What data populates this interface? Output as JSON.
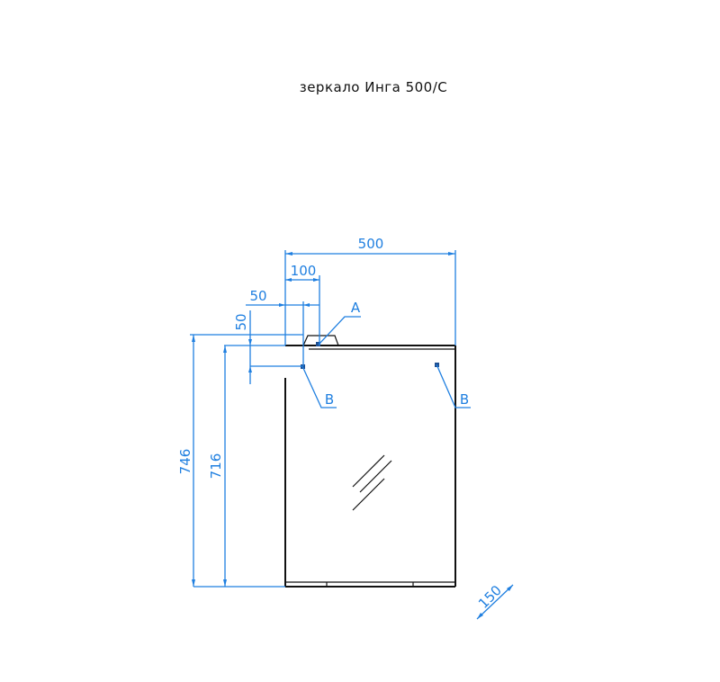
{
  "title": "зеркало Инга 500/С",
  "dimensions": {
    "width": "500",
    "offset_100": "100",
    "offset_50_h": "50",
    "offset_50_v": "50",
    "height_746": "746",
    "height_716": "716",
    "depth": "150"
  },
  "labels": {
    "a": "A",
    "b_left": "B",
    "b_right": "B"
  },
  "colors": {
    "dimension": "#1f7fe0",
    "outline": "#111111"
  }
}
